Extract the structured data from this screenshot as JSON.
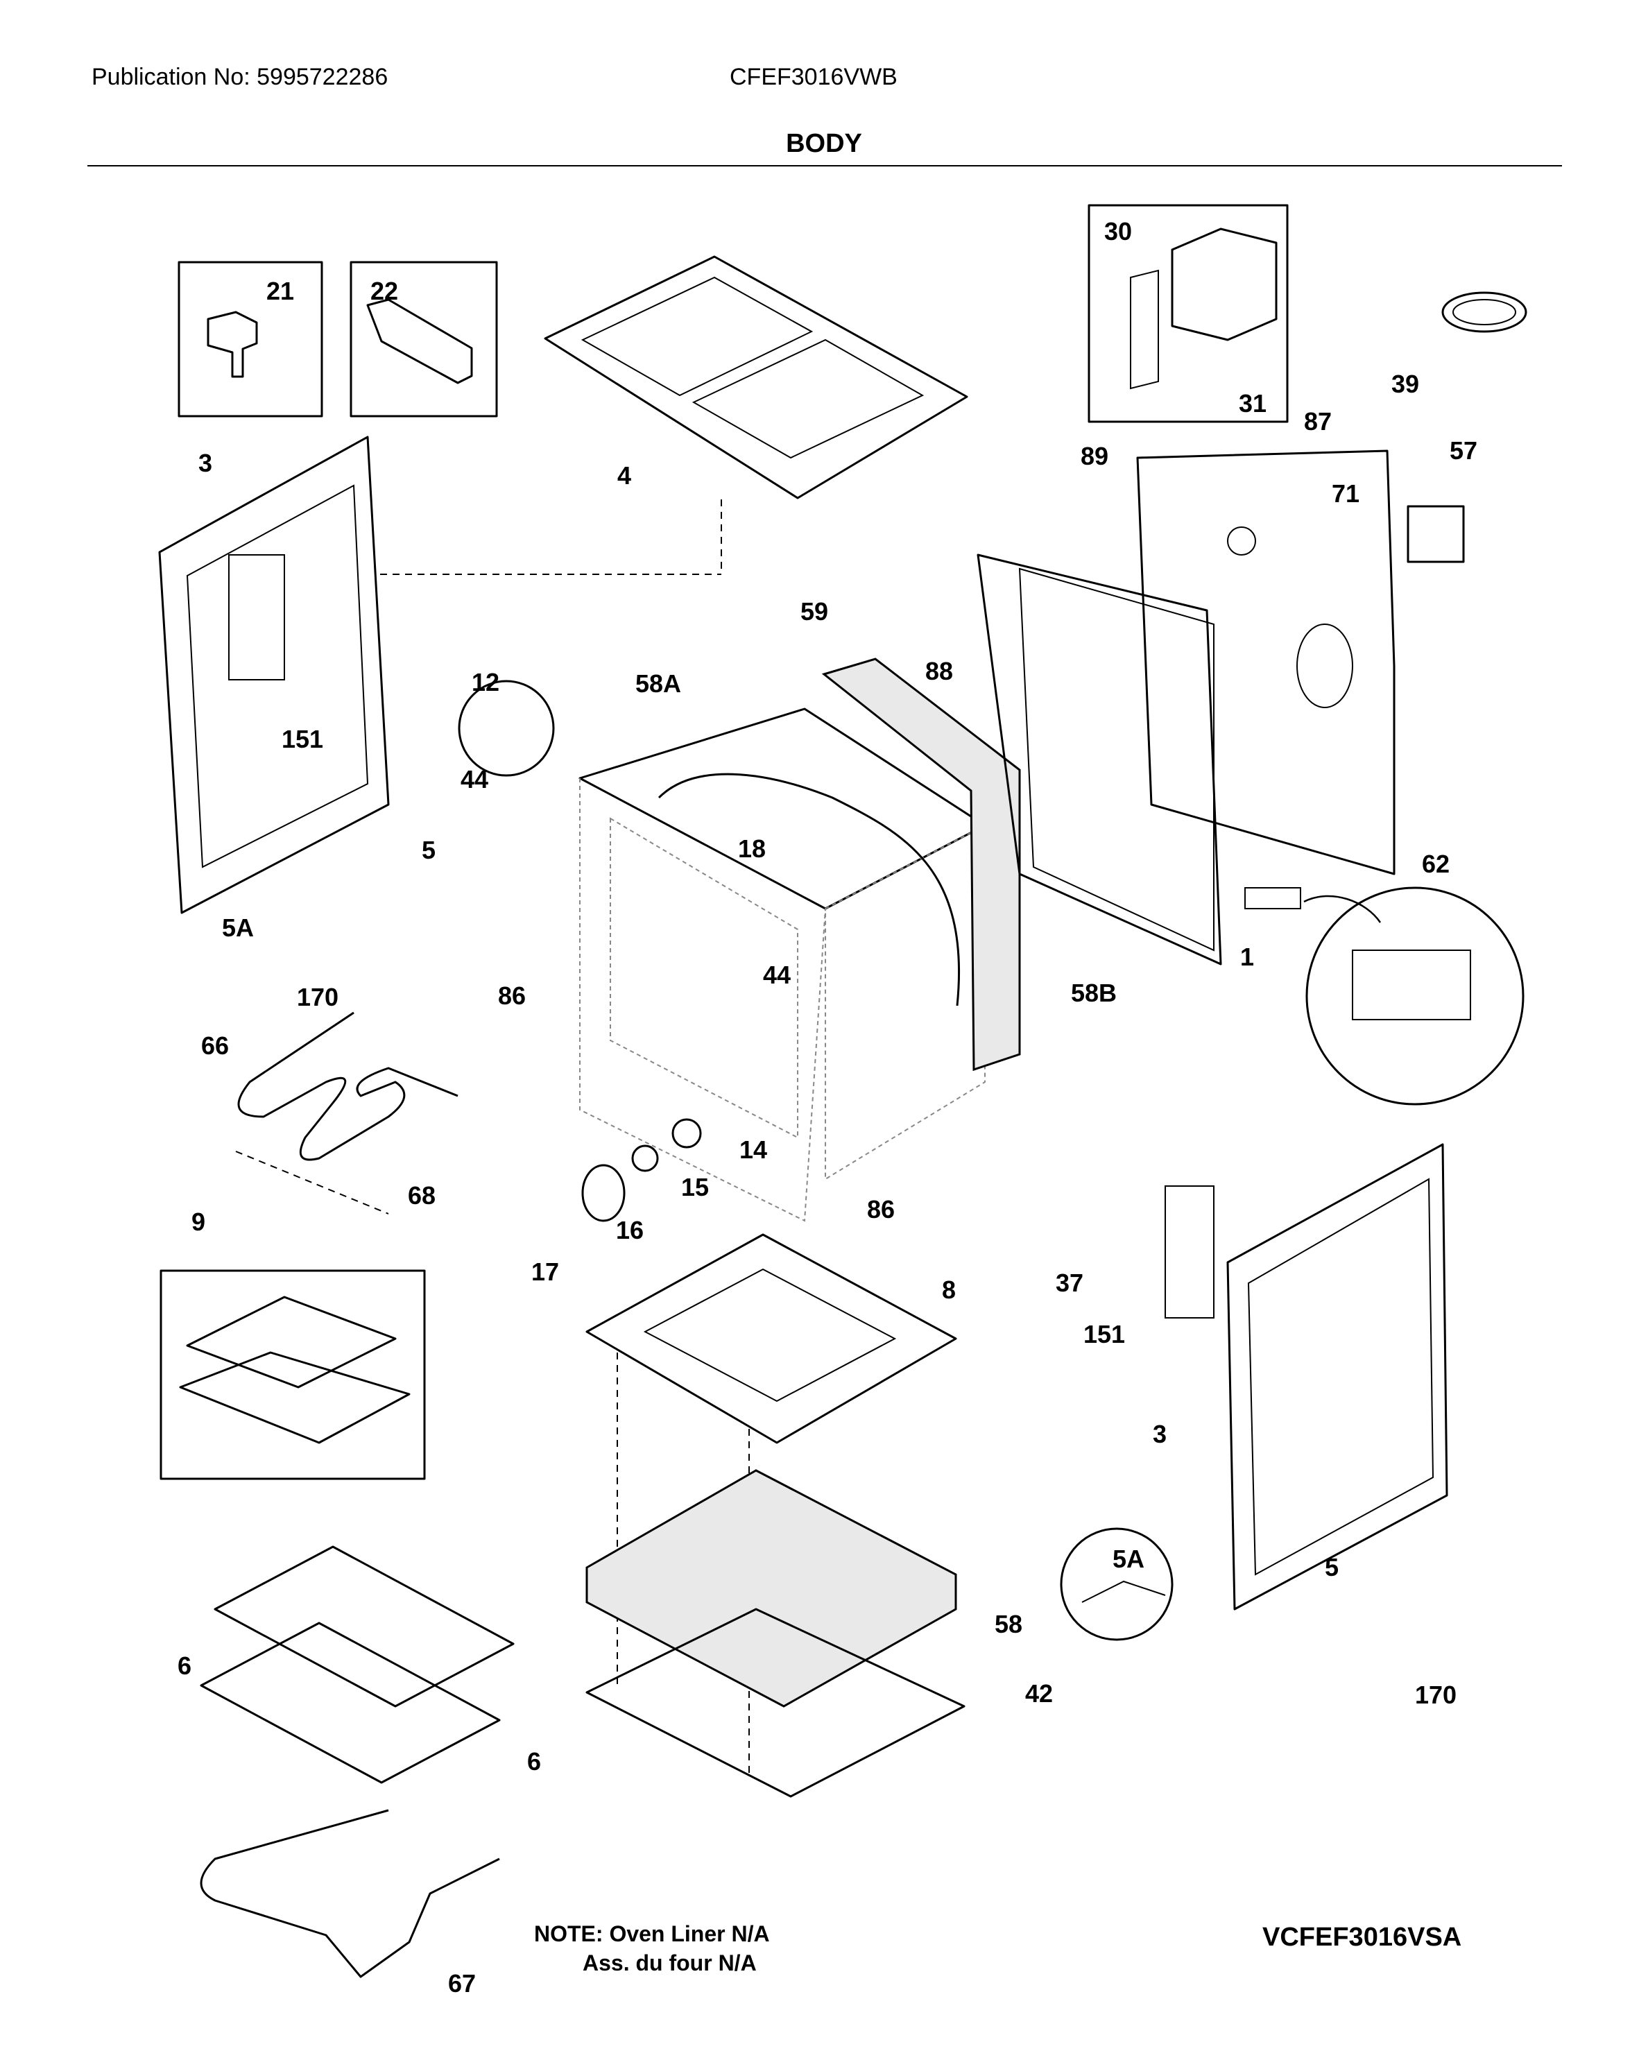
{
  "header": {
    "publication": "Publication No: 5995722286",
    "model": "CFEF3016VWB",
    "section_title": "BODY"
  },
  "callouts": {
    "p3": "3",
    "p3b": "3",
    "p4": "4",
    "p5": "5",
    "p5b": "5",
    "p5A": "5A",
    "p5Ab": "5A",
    "p6a": "6",
    "p6b": "6",
    "p8": "8",
    "p9": "9",
    "p12": "12",
    "p14": "14",
    "p15": "15",
    "p16": "16",
    "p17": "17",
    "p18": "18",
    "p21": "21",
    "p22": "22",
    "p30": "30",
    "p31": "31",
    "p37": "37",
    "p39": "39",
    "p42": "42",
    "p44a": "44",
    "p44b": "44",
    "p57": "57",
    "p58": "58",
    "p58A": "58A",
    "p58B": "58B",
    "p59": "59",
    "p62": "62",
    "p66": "66",
    "p67": "67",
    "p68": "68",
    "p71": "71",
    "p86a": "86",
    "p86b": "86",
    "p87": "87",
    "p88": "88",
    "p89": "89",
    "p151a": "151",
    "p151b": "151",
    "p170a": "170",
    "p170b": "170",
    "p1": "1"
  },
  "note": {
    "line1": "NOTE: Oven Liner N/A",
    "line2": "Ass. du four N/A"
  },
  "diagram_code": "VCFEF3016VSA"
}
